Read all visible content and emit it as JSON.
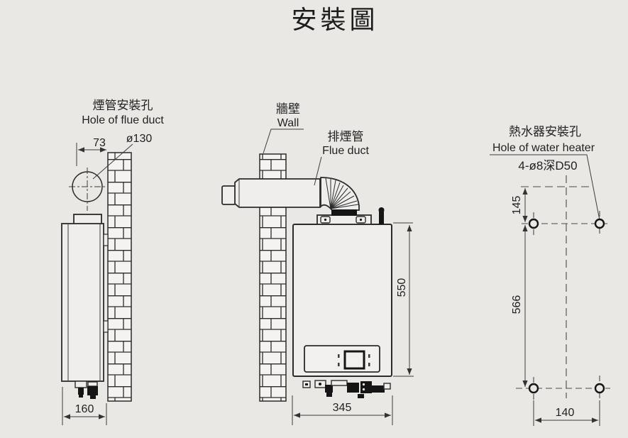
{
  "title": "安裝圖",
  "left_view": {
    "label_zh": "煙管安裝孔",
    "label_en": "Hole of flue duct",
    "dim_offset": "73",
    "dim_hole_diameter": "ø130",
    "dim_depth": "160"
  },
  "center_view": {
    "wall_label_zh": "牆壁",
    "wall_label_en": "Wall",
    "duct_label_zh": "排煙管",
    "duct_label_en": "Flue duct",
    "dim_height": "550",
    "dim_width": "345"
  },
  "right_view": {
    "label_zh": "熱水器安裝孔",
    "label_en": "Hole of water heater",
    "hole_spec": "4-ø8深D50",
    "dim_top_offset": "145",
    "dim_hole_spacing_v": "566",
    "dim_hole_spacing_h": "140"
  },
  "colors": {
    "background": "#e9e8e5",
    "line": "#2b2b2b",
    "fill_light": "#efeeec",
    "brick_fill": "#f4f3f1"
  }
}
